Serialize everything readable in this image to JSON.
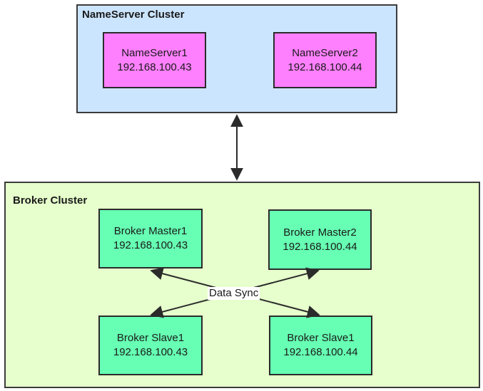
{
  "colors": {
    "nameserver_cluster_bg": "#cce5ff",
    "nameserver_node_bg": "#ff80ff",
    "broker_cluster_bg": "#e6ffcc",
    "broker_node_bg": "#66ffb3",
    "stroke": "#2b2b2b"
  },
  "nameserver_cluster": {
    "title": "NameServer Cluster",
    "nodes": [
      {
        "name": "NameServer1",
        "ip": "192.168.100.43"
      },
      {
        "name": "NameServer2",
        "ip": "192.168.100.44"
      }
    ]
  },
  "broker_cluster": {
    "title": "Broker Cluster",
    "masters": [
      {
        "name": "Broker Master1",
        "ip": "192.168.100.43"
      },
      {
        "name": "Broker Master2",
        "ip": "192.168.100.44"
      }
    ],
    "slaves": [
      {
        "name": "Broker Slave1",
        "ip": "192.168.100.43"
      },
      {
        "name": "Broker Slave1",
        "ip": "192.168.100.44"
      }
    ],
    "sync_label": "Data Sync"
  }
}
